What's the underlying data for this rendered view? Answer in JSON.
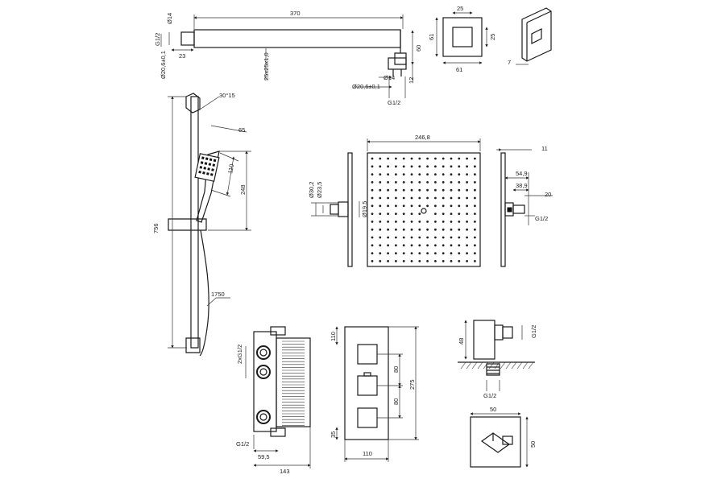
{
  "arm": {
    "len": "370",
    "d14_top": "Ø14",
    "g12_left": "G1/2",
    "w23": "23",
    "d206_left": "Ø20,6±0,1",
    "sq25": "25x25x1,0",
    "h60": "60",
    "h12": "12",
    "d14_bot": "Ø14",
    "d206_bot": "Ø20,6±0,1",
    "g12_bot": "G1/2"
  },
  "flange": {
    "w25": "25",
    "h61": "61",
    "h25": "25",
    "w61": "61",
    "w7": "7"
  },
  "rail": {
    "angle": "30°15",
    "h65": "65",
    "h110": "110",
    "h248": "248",
    "h756": "756",
    "hose": "1750"
  },
  "head": {
    "w246": "246,8",
    "d30": "Ø30,2",
    "d23": "Ø23,5",
    "d19": "Ø19,5",
    "w11": "11",
    "w549": "54,9",
    "w389": "38,9",
    "w20": "20",
    "g12": "G1/2"
  },
  "box": {
    "g12x2": "2xG1/2",
    "g12": "G1/2",
    "w595": "59,5",
    "w143": "143"
  },
  "plate": {
    "h110": "110",
    "h80a": "80",
    "h80b": "80",
    "h275": "275",
    "h35": "35",
    "w110": "110"
  },
  "outlet": {
    "h48": "48",
    "g12_side": "G1/2",
    "g12_bot": "G1/2",
    "w50": "50",
    "h50": "50"
  }
}
